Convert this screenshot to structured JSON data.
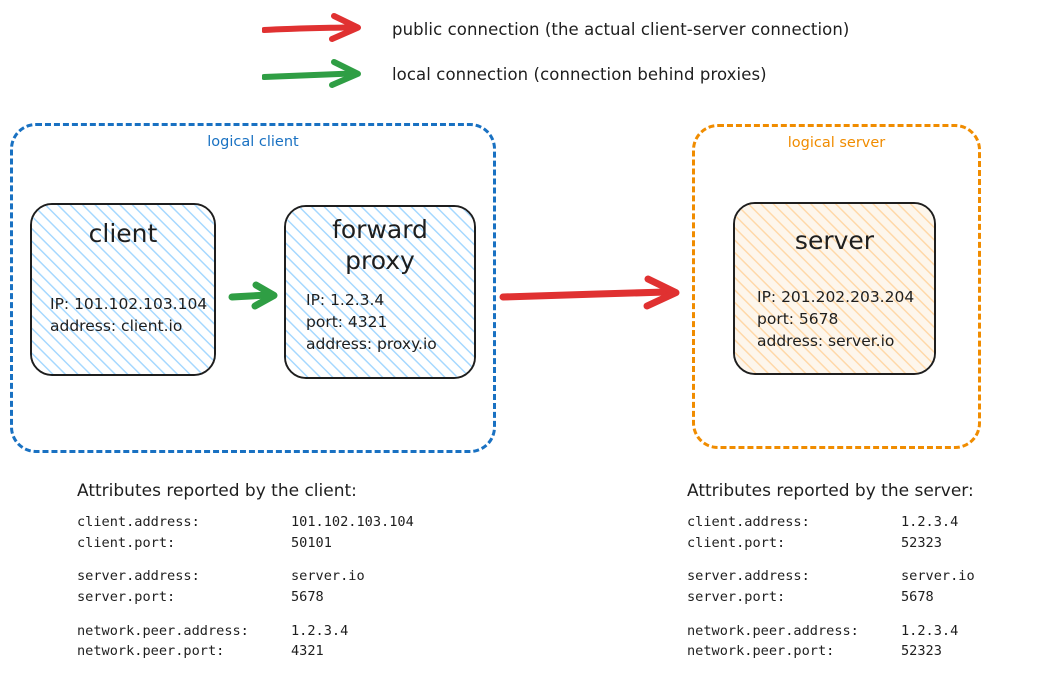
{
  "legend": {
    "items": [
      {
        "icon": "arrow-right-icon",
        "color": "#e03131",
        "label": "public connection (the actual client-server connection)"
      },
      {
        "icon": "arrow-right-icon",
        "color": "#2f9e44",
        "label": "local connection (connection behind proxies)"
      }
    ]
  },
  "colors": {
    "public_arrow": "#e03131",
    "local_arrow": "#2f9e44",
    "logical_client_border": "#1971c2",
    "logical_server_border": "#f08c00",
    "client_hatch": "#a5d8ff",
    "server_hatch": "#ffd8a8",
    "node_border": "#1e1e1e",
    "text": "#1e1e1e"
  },
  "diagram": {
    "logical_client": {
      "label": "logical client",
      "nodes": {
        "client": {
          "title": "client",
          "lines": [
            "IP: 101.102.103.104",
            "address: client.io"
          ]
        },
        "forward_proxy": {
          "title": "forward proxy",
          "lines": [
            "IP: 1.2.3.4",
            "port: 4321",
            "address: proxy.io"
          ]
        }
      }
    },
    "logical_server": {
      "label": "logical server",
      "nodes": {
        "server": {
          "title": "server",
          "lines": [
            "IP: 201.202.203.204",
            "port: 5678",
            "address: server.io"
          ]
        }
      }
    },
    "arrows": [
      {
        "name": "local-client-to-proxy",
        "type": "local",
        "color": "#2f9e44"
      },
      {
        "name": "public-client-to-server",
        "type": "public",
        "color": "#e03131"
      }
    ]
  },
  "attributes_client": {
    "heading": "Attributes reported by the client:",
    "groups": [
      [
        {
          "key": "client.address:",
          "value": "101.102.103.104"
        },
        {
          "key": "client.port:",
          "value": "50101"
        }
      ],
      [
        {
          "key": "server.address:",
          "value": "server.io"
        },
        {
          "key": "server.port:",
          "value": "5678"
        }
      ],
      [
        {
          "key": "network.peer.address:",
          "value": "1.2.3.4"
        },
        {
          "key": "network.peer.port:",
          "value": "4321"
        }
      ]
    ]
  },
  "attributes_server": {
    "heading": "Attributes reported by the server:",
    "groups": [
      [
        {
          "key": "client.address:",
          "value": "1.2.3.4"
        },
        {
          "key": "client.port:",
          "value": "52323"
        }
      ],
      [
        {
          "key": "server.address:",
          "value": "server.io"
        },
        {
          "key": "server.port:",
          "value": "5678"
        }
      ],
      [
        {
          "key": "network.peer.address:",
          "value": "1.2.3.4"
        },
        {
          "key": "network.peer.port:",
          "value": "52323"
        }
      ]
    ]
  }
}
